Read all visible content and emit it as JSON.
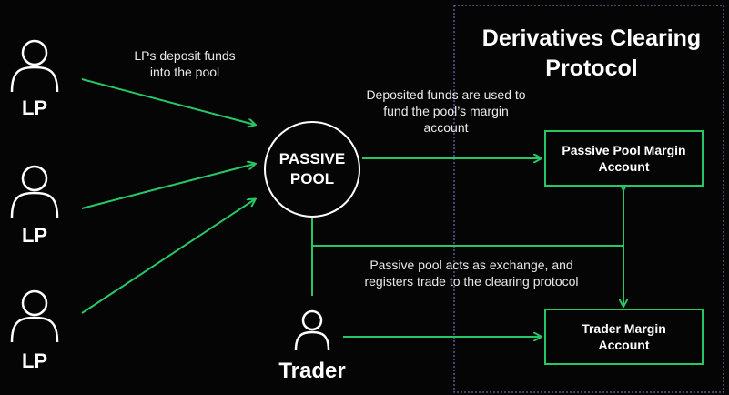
{
  "colors": {
    "background": "#050505",
    "accent_green": "#27c766",
    "text": "#ffffff",
    "protocol_border": "#8a7fd0"
  },
  "lps": [
    {
      "label": "LP",
      "icon": "person-icon"
    },
    {
      "label": "LP",
      "icon": "person-icon"
    },
    {
      "label": "LP",
      "icon": "person-icon"
    }
  ],
  "annotations": {
    "lp_deposit": "LPs deposit funds\ninto the pool",
    "margin_funding": "Deposited funds are used to\nfund the pool’s margin\naccount",
    "exchange_registration": "Passive pool acts as exchange, and\nregisters trade to the clearing protocol"
  },
  "passive_pool": {
    "label": "PASSIVE\nPOOL"
  },
  "protocol": {
    "title": "Derivatives Clearing\nProtocol"
  },
  "accounts": {
    "pool_margin": "Passive Pool Margin\nAccount",
    "trader_margin": "Trader Margin\nAccount"
  },
  "trader": {
    "label": "Trader",
    "icon": "person-icon"
  }
}
